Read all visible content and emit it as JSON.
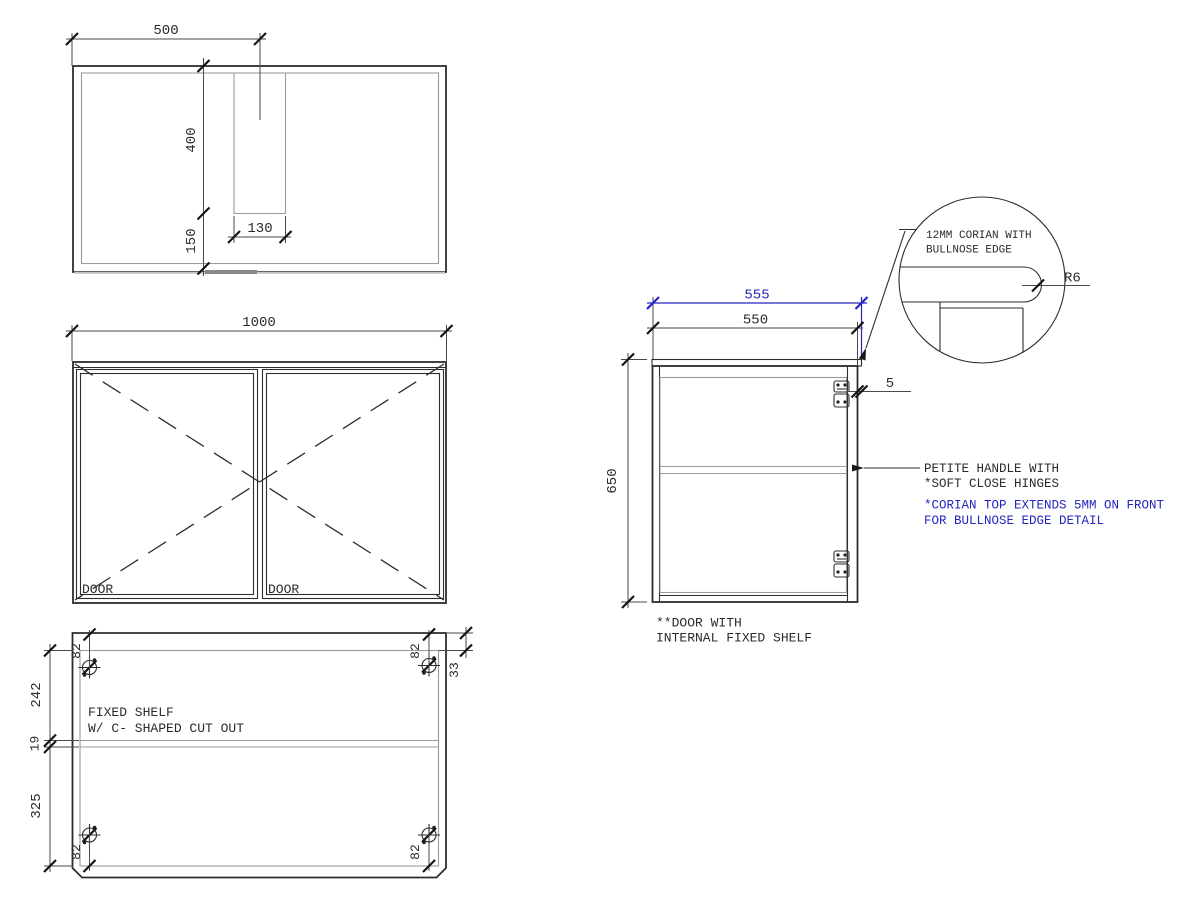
{
  "colors": {
    "line": "#2d2d2d",
    "secondary": "#9c9c9c",
    "accent_blue": "#2424c0",
    "text": "#2b2b2b"
  },
  "top_view": {
    "dim_width": "500",
    "dim_depth": "400",
    "dim_back": "150",
    "dim_cutout": "130"
  },
  "front_view": {
    "dim_width": "1000",
    "door_left_label": "DOOR",
    "door_right_label": "DOOR"
  },
  "bottom_view": {
    "dim_front_depth": "242",
    "dim_shelf_thickness": "19",
    "dim_back_depth": "325",
    "dim_hinge_top_left": "82",
    "dim_hinge_top_right": "82",
    "dim_hinge_bottom_left": "82",
    "dim_hinge_bottom_right": "82",
    "dim_side_offset": "33",
    "note_line1": "FIXED SHELF",
    "note_line2": "W/ C- SHAPED CUT OUT"
  },
  "side_view": {
    "dim_overall_width": "555",
    "dim_carcass_width": "550",
    "dim_height": "650",
    "dim_overhang": "5",
    "note_line1": "**DOOR WITH",
    "note_line2": "INTERNAL FIXED SHELF"
  },
  "detail_circle": {
    "note_line1": "12MM CORIAN WITH",
    "note_line2": "BULLNOSE EDGE",
    "dim_radius": "R6"
  },
  "annotations": {
    "handle_line1": "PETITE HANDLE WITH",
    "handle_line2": "*SOFT CLOSE HINGES",
    "corian_line1": "*CORIAN TOP EXTENDS 5MM ON FRONT",
    "corian_line2": "FOR BULLNOSE EDGE DETAIL"
  }
}
